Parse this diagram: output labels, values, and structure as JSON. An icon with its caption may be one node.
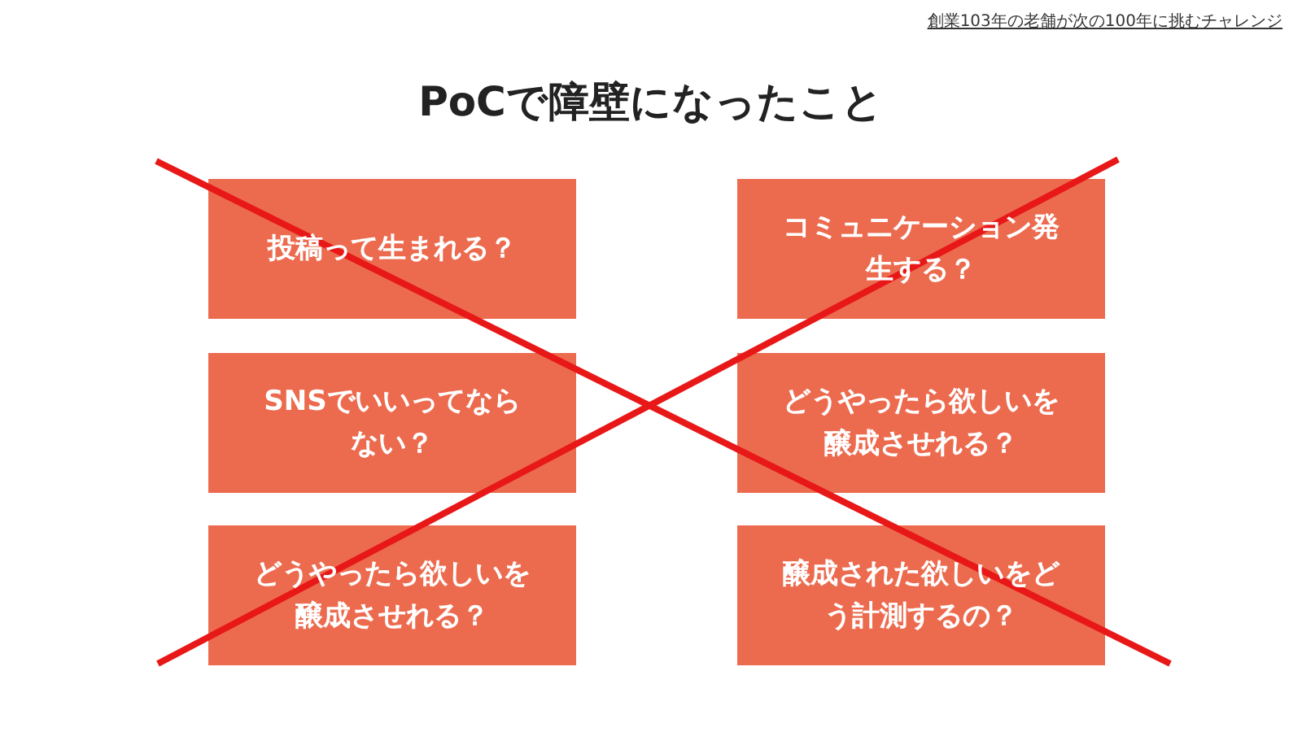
{
  "diagram": {
    "title": "PoCで**障壁**になったこと",
    "nodes": [
      {
        "text": [
          "投稿って生まれる？"
        ]
      },
      {
        "text": [
          "コミュニケーション発生する？"
        ]
      },
      {
        "text": [
          "SNSでいいってならない？"
        ]
      },
      {
        "text": [
          "どうやったら欲しいを醸成させれる？"
        ]
      },
      {
        "text": [
          "どうやったら欲しいを醸成させれる？"
        ]
      },
      {
        "text": [
          "醸成された欲しいをどう計測するの？"
        ]
      }
    ],
    "labels": [
      "創業103年の老舗が次の100年に挑むチャレンジ"
    ]
  }
}
